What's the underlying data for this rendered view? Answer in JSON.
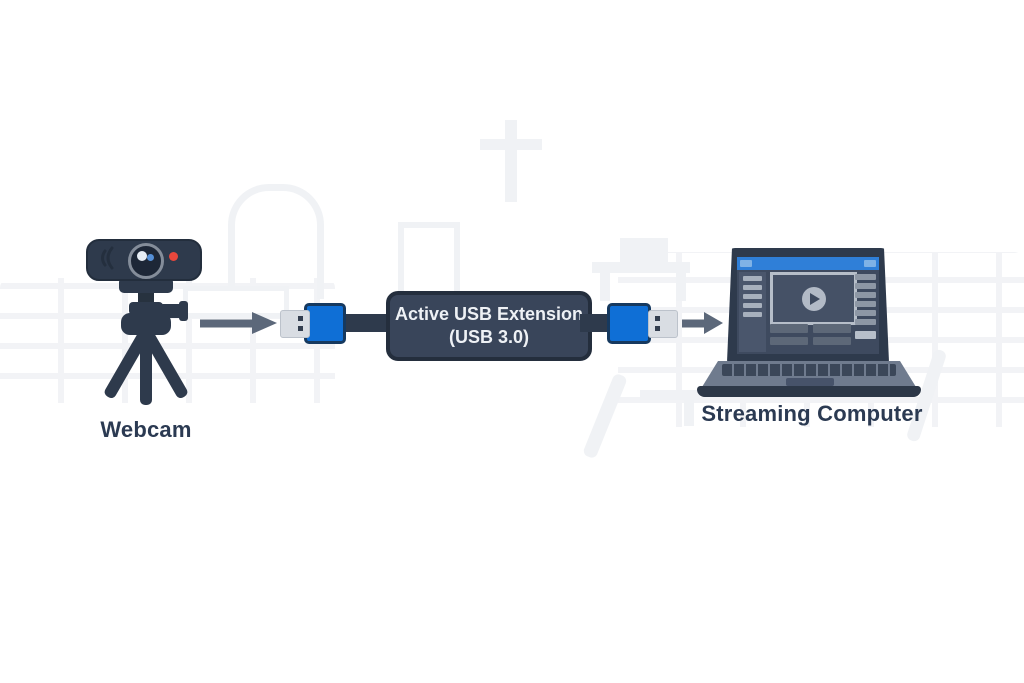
{
  "labels": {
    "webcam": "Webcam",
    "extension_line1": "Active USB Extension",
    "extension_line2": "(USB 3.0)",
    "computer": "Streaming Computer"
  },
  "colors": {
    "background": "#ffffff",
    "dark_slate": "#2e3a4c",
    "box_fill": "#39455a",
    "box_border": "#242e3d",
    "accent_blue": "#0f6fd6",
    "blue_border": "#16395f",
    "metal_gray": "#d9dde3",
    "arrow_gray": "#5c687a",
    "label_text": "#2b3a52",
    "box_text": "#eef1f5",
    "screen_bar_blue": "#2f7fd8",
    "record_red": "#e8473c",
    "background_shape": "#f0f2f5"
  },
  "icons": {
    "webcam": "webcam-on-tripod-icon",
    "usb_left": "usb-connector-icon",
    "usb_right": "usb-connector-icon",
    "arrow_left": "arrow-right-icon",
    "arrow_right": "arrow-right-icon",
    "laptop": "laptop-icon",
    "play": "play-icon",
    "background_cross": "cross-shape"
  }
}
